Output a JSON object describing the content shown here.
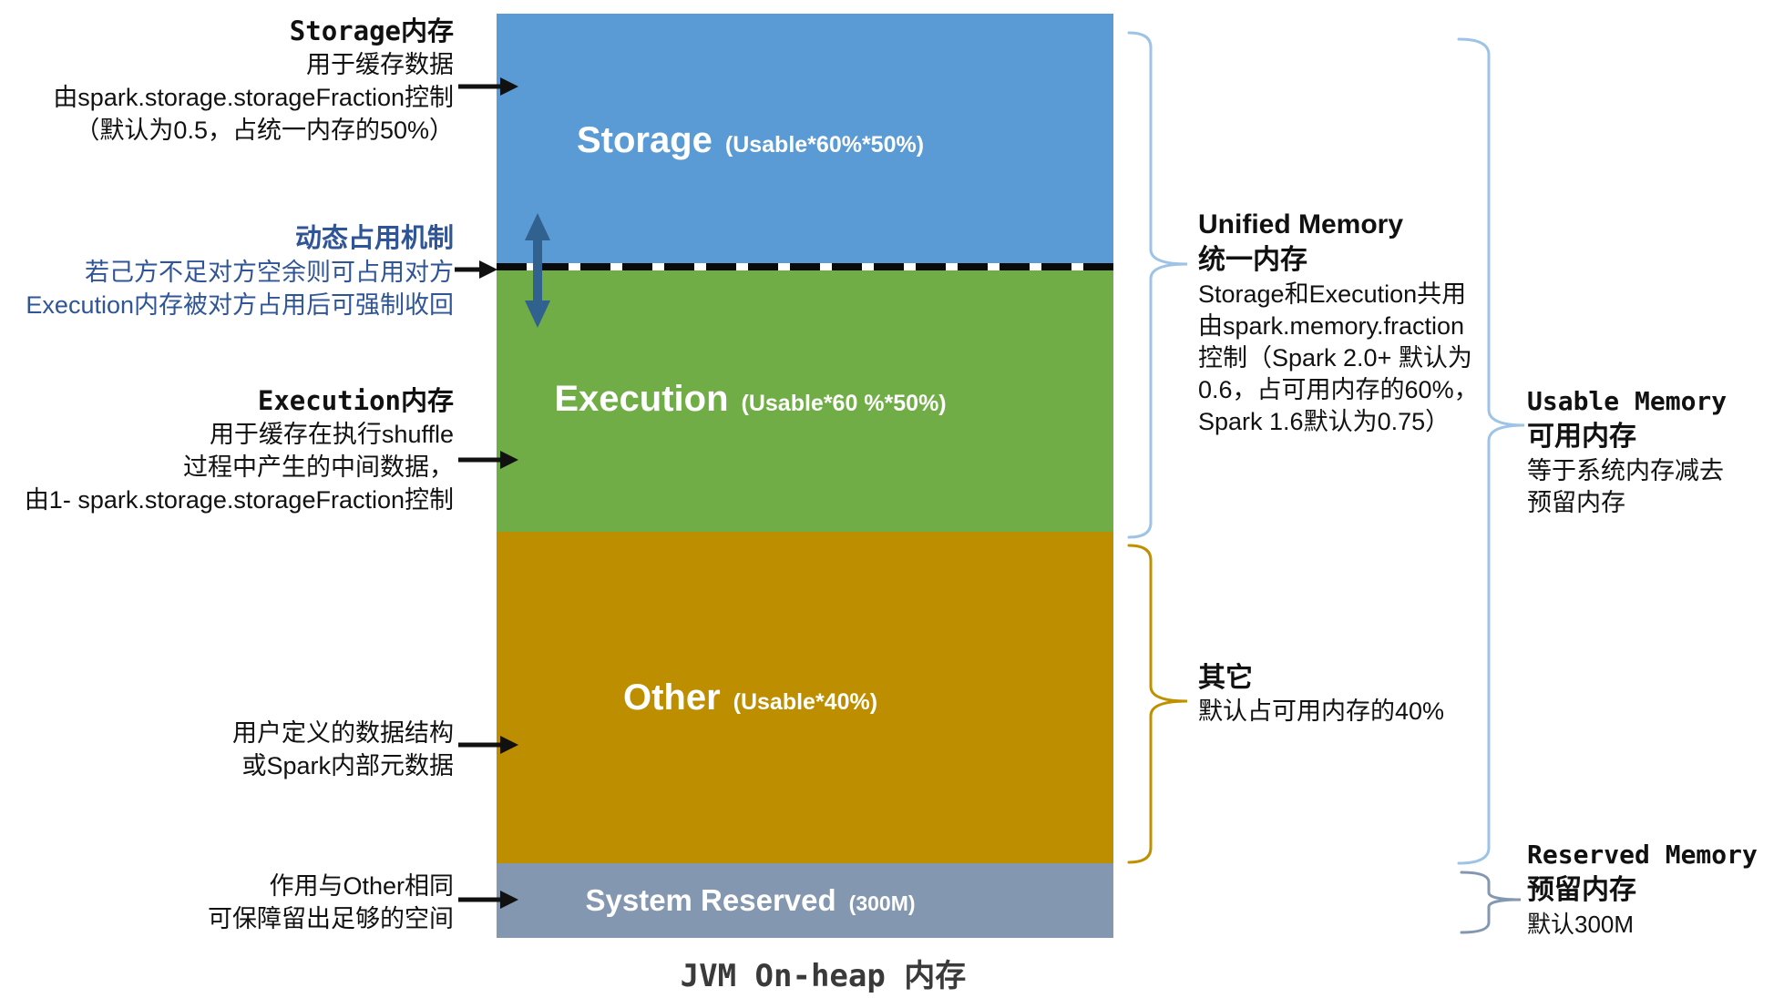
{
  "colors": {
    "storage": "#5B9BD5",
    "execution": "#70AD47",
    "other": "#BD8E00",
    "system_reserved": "#8497B0",
    "dynamic_text": "#2F5597",
    "double_arrow": "#31618F",
    "bracket_unified": "#9DC3E6",
    "bracket_other": "#BF9000",
    "bracket_usable": "#9DC3E6",
    "bracket_reserved": "#8497B0"
  },
  "bar": {
    "caption": "JVM On-heap 内存",
    "segments": [
      {
        "title": "Storage",
        "subtitle": "(Usable*60%*50%)"
      },
      {
        "title": "Execution",
        "subtitle": "(Usable*60 %*50%)"
      },
      {
        "title": "Other",
        "subtitle": "(Usable*40%)"
      },
      {
        "title": "System Reserved",
        "subtitle": "(300M)"
      }
    ]
  },
  "left": {
    "storage": {
      "title": "Storage内存",
      "lines": [
        "用于缓存数据",
        "由spark.storage.storageFraction控制",
        "（默认为0.5，占统一内存的50%）"
      ]
    },
    "dynamic": {
      "title": "动态占用机制",
      "lines": [
        "若己方不足对方空余则可占用对方",
        "Execution内存被对方占用后可强制收回"
      ]
    },
    "execution": {
      "title": "Execution内存",
      "lines": [
        "用于缓存在执行shuffle",
        "过程中产生的中间数据，",
        "由1- spark.storage.storageFraction控制"
      ]
    },
    "other": {
      "lines": [
        "用户定义的数据结构",
        "或Spark内部元数据"
      ]
    },
    "reserved": {
      "lines": [
        "作用与Other相同",
        "可保障留出足够的空间"
      ]
    }
  },
  "right": {
    "unified": {
      "title": "Unified Memory",
      "subtitle": "统一内存",
      "lines": [
        "Storage和Execution共用",
        "由spark.memory.fraction",
        "控制（Spark 2.0+ 默认为",
        "0.6，占可用内存的60%，",
        "Spark 1.6默认为0.75）"
      ]
    },
    "other": {
      "title": "其它",
      "lines": [
        "默认占可用内存的40%"
      ]
    },
    "usable": {
      "title": "Usable Memory",
      "subtitle": "可用内存",
      "lines": [
        "等于系统内存减去",
        "预留内存"
      ]
    },
    "reserved": {
      "title": "Reserved Memory",
      "subtitle": "预留内存",
      "lines": [
        "默认300M"
      ]
    }
  }
}
